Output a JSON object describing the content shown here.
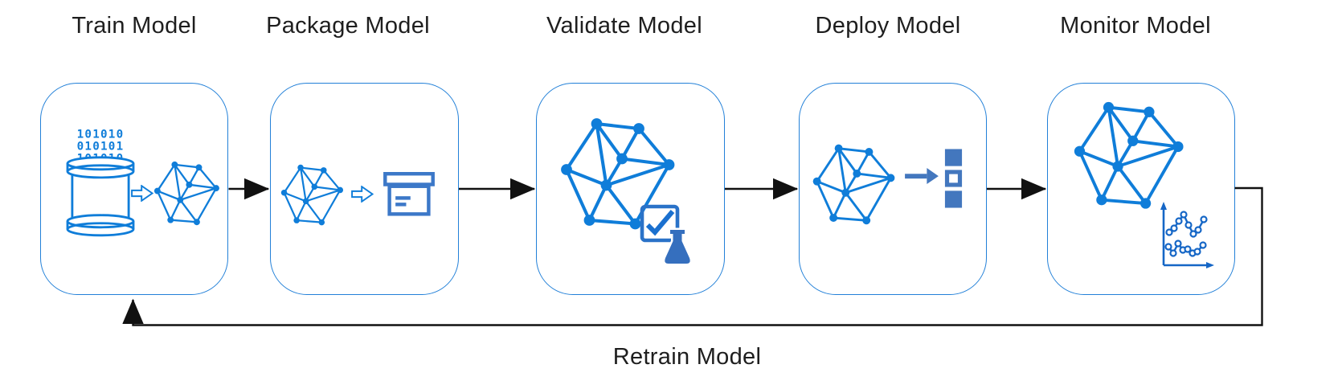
{
  "diagram": {
    "type": "ml-lifecycle-flow",
    "background": "#ffffff"
  },
  "stages": [
    {
      "label": "Train Model",
      "icon": "database-with-binary-to-network-graph",
      "binary_rows": [
        "101010",
        "010101",
        "101010"
      ]
    },
    {
      "label": "Package Model",
      "icon": "network-graph-to-package-box"
    },
    {
      "label": "Validate Model",
      "icon": "network-graph-with-checkmark-and-flask"
    },
    {
      "label": "Deploy Model",
      "icon": "network-graph-to-deploy-stack"
    },
    {
      "label": "Monitor Model",
      "icon": "network-graph-with-line-chart"
    }
  ],
  "flow": {
    "forward_arrow_count": 4,
    "feedback": {
      "label": "Retrain Model"
    }
  },
  "colors": {
    "graph_blue": "#0f7dd9",
    "box_border_blue": "#2280d8",
    "steel_blue": "#4377be",
    "package_blue": "#3c78c8",
    "badge_blue": "#2a72c8",
    "check_blue": "#1a70cf",
    "flask_blue": "#356fbe",
    "chart_blue": "#1566c6",
    "arrow_black": "#111111",
    "title_text": "#1e1e1e"
  }
}
